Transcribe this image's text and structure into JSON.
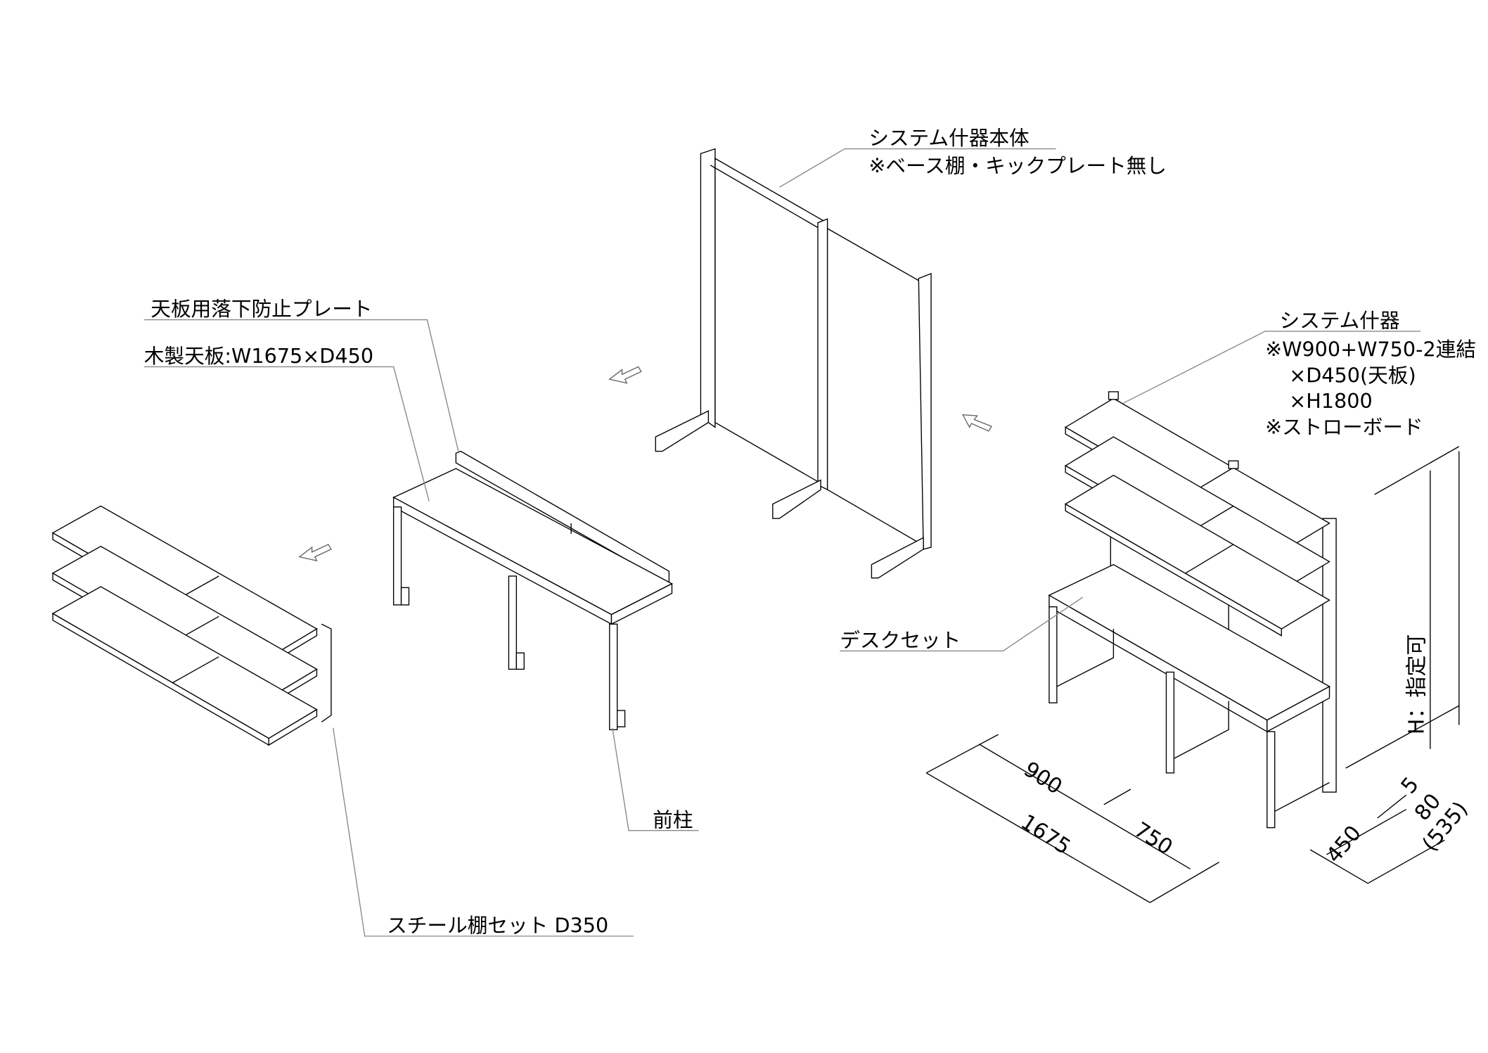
{
  "labels": {
    "system_body_title": "システム什器本体",
    "system_body_note": "※ベース棚・キックプレート無し",
    "fall_plate": "天板用落下防止プレート",
    "wood_top": "木製天板:W1675×D450",
    "system_title": "システム什器",
    "system_spec_1": "※W900+W750-2連結",
    "system_spec_2": "×D450(天板)",
    "system_spec_3": "×H1800",
    "system_spec_4": "※ストローボード",
    "desk_set": "デスクセット",
    "front_post": "前柱",
    "steel_shelf": "スチール棚セット D350"
  },
  "dimensions": {
    "w900": "900",
    "w1675": "1675",
    "w750": "750",
    "h1800": "1800",
    "h_note": "H：指定可",
    "d450": "450",
    "d5": "5",
    "d80": "80",
    "d535": "(535)"
  }
}
